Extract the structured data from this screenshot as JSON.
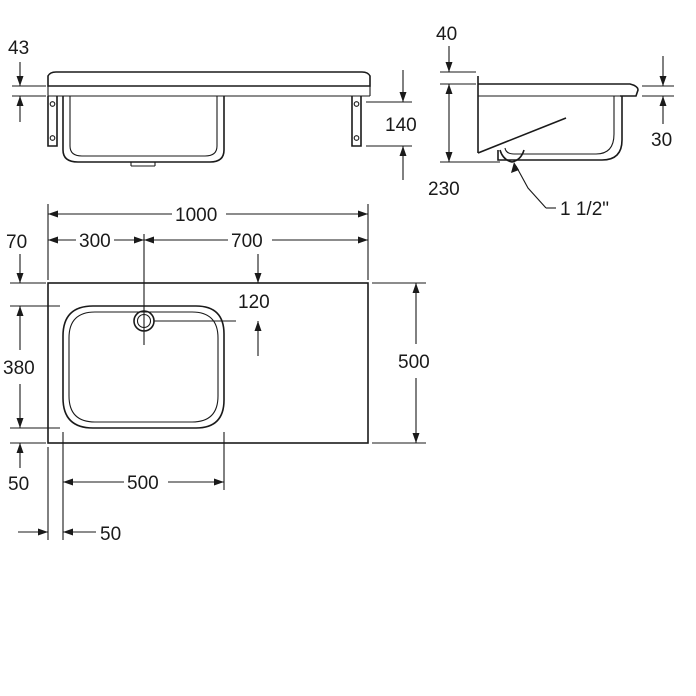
{
  "drawing": {
    "front_view": {
      "rim_thickness": "43",
      "height_label": "140"
    },
    "side_view": {
      "top_gap": "40",
      "total_height": "230",
      "rim_height": "30",
      "waste_size": "1 1/2\""
    },
    "plan_view": {
      "overall_width": "1000",
      "left_to_waste": "300",
      "waste_to_right": "700",
      "top_offset": "70",
      "waste_offset": "120",
      "bowl_depth": "380",
      "overall_depth": "500",
      "bottom_offset": "50",
      "bowl_width": "500",
      "left_offset": "50"
    }
  }
}
